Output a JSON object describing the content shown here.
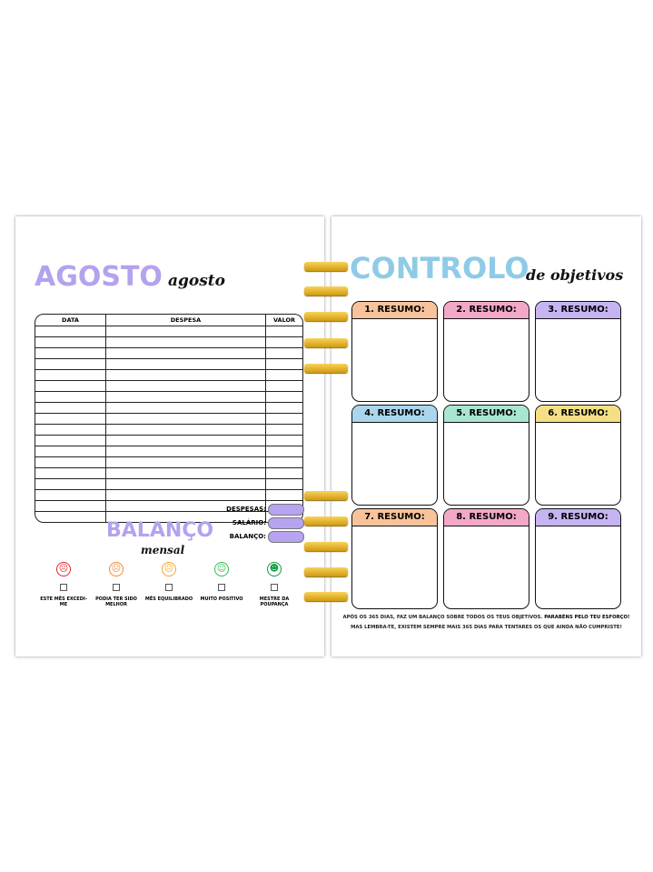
{
  "left_page": {
    "title_big": "AGOSTO",
    "title_script": "agosto",
    "table": {
      "headers": [
        "DATA",
        "DESPESA",
        "VALOR"
      ],
      "row_count": 18
    },
    "summary": [
      {
        "label": "DESPESAS:"
      },
      {
        "label": "SALÁRIO:"
      },
      {
        "label": "BALANÇO:"
      }
    ],
    "balanco_big": "BALANÇO",
    "balanco_script": "mensal",
    "moods": [
      {
        "label": "ESTE MÊS EXCEDI-ME",
        "color": "#e8232b",
        "face": "☹"
      },
      {
        "label": "PODIA TER SIDO MELHOR",
        "color": "#f08a2c",
        "face": "☹"
      },
      {
        "label": "MÊS EQUILIBRADO",
        "color": "#f5a623",
        "face": "😐"
      },
      {
        "label": "MUITO POSITIVO",
        "color": "#2dbf4a",
        "face": "☺"
      },
      {
        "label": "MESTRE DA POUPANÇA",
        "color": "#0f9a3c",
        "face": "☻"
      }
    ]
  },
  "right_page": {
    "title_big": "CONTROLO",
    "title_script": "de objetivos",
    "boxes": [
      {
        "label": "1. RESUMO:",
        "color": "#f8c39a"
      },
      {
        "label": "2. RESUMO:",
        "color": "#f4a8c8"
      },
      {
        "label": "3. RESUMO:",
        "color": "#c5b3f2"
      },
      {
        "label": "4. RESUMO:",
        "color": "#a9d6ec"
      },
      {
        "label": "5. RESUMO:",
        "color": "#a8e6cf"
      },
      {
        "label": "6. RESUMO:",
        "color": "#f3df84"
      },
      {
        "label": "7. RESUMO:",
        "color": "#f8c39a"
      },
      {
        "label": "8. RESUMO:",
        "color": "#f4a8c8"
      },
      {
        "label": "9. RESUMO:",
        "color": "#c5b3f2"
      }
    ],
    "footer_line1": "APÓS OS 365 DIAS, FAZ UM BALANÇO SOBRE TODOS OS TEUS OBJETIVOS.",
    "footer_line1_bold": "PARABÉNS PELO TEU ESFORÇO!",
    "footer_line2": "MAS LEMBRA-TE, EXISTEM SEMPRE MAIS 365 DIAS PARA TENTARES OS QUE AINDA NÃO CUMPRISTE!"
  }
}
